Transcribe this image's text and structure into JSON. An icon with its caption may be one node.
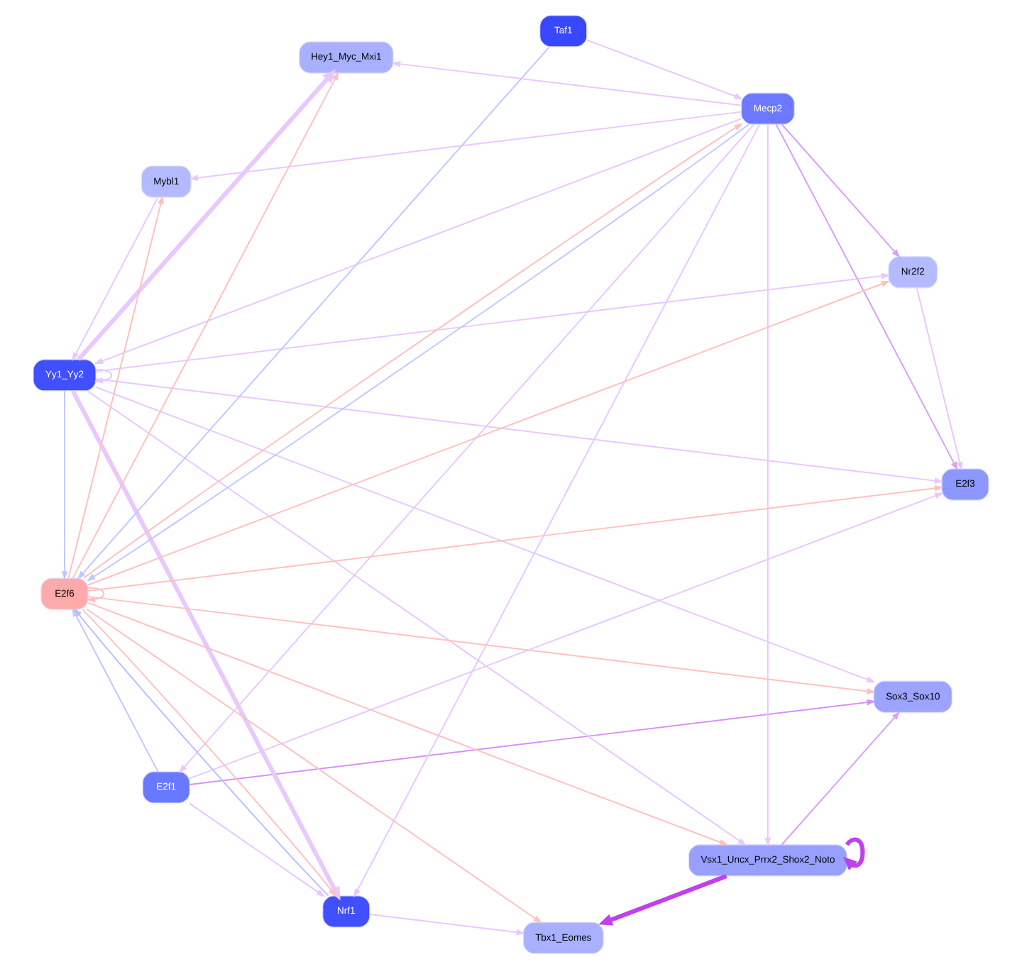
{
  "diagram": {
    "nodes": [
      {
        "text": [
          "E2f3"
        ]
      },
      {
        "text": [
          "Vsx1_Uncx_Prrx2_Shox2_Noto"
        ]
      },
      {
        "text": [
          "Hey1_Myc_Mxi1"
        ]
      },
      {
        "text": [
          "Mybl1"
        ]
      },
      {
        "text": [
          "Nrf1"
        ]
      },
      {
        "text": [
          "Nr2f2"
        ]
      },
      {
        "text": [
          "E2f6"
        ]
      },
      {
        "text": [
          "Tbx1_Eomes"
        ]
      },
      {
        "text": [
          "E2f1"
        ]
      },
      {
        "text": [
          "Sox3_Sox10"
        ]
      },
      {
        "text": [
          "Yy1_Yy2"
        ]
      },
      {
        "text": [
          "Taf1"
        ]
      },
      {
        "text": [
          "Mecp2"
        ]
      }
    ],
    "edges": [
      {
        "from": 1,
        "to": 1,
        "arrow": "to",
        "style": "thick",
        "color": "#c040f0"
      },
      {
        "from": 1,
        "to": 7,
        "arrow": "to",
        "style": "thick",
        "color": "#c040f0"
      },
      {
        "from": 1,
        "to": 9,
        "arrow": "to",
        "color": "#d8a0f8"
      },
      {
        "from": 6,
        "to": 0,
        "arrow": "to",
        "color": "#ffc0c0"
      },
      {
        "from": 6,
        "to": 1,
        "arrow": "to",
        "color": "#ffc0c0"
      },
      {
        "from": 6,
        "to": 2,
        "arrow": "to",
        "color": "#ffc0c0"
      },
      {
        "from": 6,
        "to": 3,
        "arrow": "to",
        "color": "#ffc0c0"
      },
      {
        "from": 6,
        "to": 5,
        "arrow": "to",
        "color": "#ffc0c0"
      },
      {
        "from": 6,
        "to": 4,
        "arrow": "to",
        "color": "#ffc0c0"
      },
      {
        "from": 6,
        "to": 6,
        "arrow": "to",
        "color": "#ffc0c0"
      },
      {
        "from": 6,
        "to": 7,
        "arrow": "to",
        "color": "#ffc0c0"
      },
      {
        "from": 6,
        "to": 9,
        "arrow": "to",
        "color": "#ffc0c0"
      },
      {
        "from": 6,
        "to": 12,
        "arrow": "to",
        "color": "#ffc0c0"
      },
      {
        "from": 4,
        "to": 6,
        "arrow": "to",
        "color": "#b8c0ff"
      },
      {
        "from": 8,
        "to": 6,
        "arrow": "to",
        "color": "#c0c8ff"
      },
      {
        "from": 10,
        "to": 6,
        "arrow": "to",
        "color": "#c0c8ff"
      },
      {
        "from": 11,
        "to": 6,
        "arrow": "to",
        "color": "#c0c8ff"
      },
      {
        "from": 12,
        "to": 6,
        "arrow": "to",
        "color": "#c0c8ff"
      },
      {
        "from": 8,
        "to": 9,
        "arrow": "to",
        "color": "#d890f8"
      },
      {
        "from": 4,
        "to": 7,
        "arrow": "to"
      },
      {
        "from": 8,
        "to": 4,
        "arrow": "to"
      },
      {
        "from": 8,
        "to": 0,
        "arrow": "to"
      },
      {
        "from": 5,
        "to": 0,
        "arrow": "to"
      },
      {
        "from": 10,
        "to": 4,
        "arrow": "to",
        "style": "thick"
      },
      {
        "from": 10,
        "to": 2,
        "arrow": "to",
        "style": "thick"
      },
      {
        "from": 10,
        "to": 0,
        "arrow": "to"
      },
      {
        "from": 10,
        "to": 1,
        "arrow": "to"
      },
      {
        "from": 10,
        "to": 5,
        "arrow": "to"
      },
      {
        "from": 10,
        "to": 9,
        "arrow": "to"
      },
      {
        "from": 10,
        "to": 10,
        "arrow": "to"
      },
      {
        "from": 3,
        "to": 10,
        "arrow": "to"
      },
      {
        "from": 11,
        "to": 12,
        "arrow": "to"
      },
      {
        "from": 12,
        "to": 10,
        "arrow": "to"
      },
      {
        "from": 12,
        "to": 8,
        "arrow": "to"
      },
      {
        "from": 12,
        "to": 5,
        "arrow": "to",
        "color": "#d8a0f8"
      },
      {
        "from": 12,
        "to": 3,
        "arrow": "to"
      },
      {
        "from": 12,
        "to": 1,
        "arrow": "to"
      },
      {
        "from": 12,
        "to": 0,
        "arrow": "to",
        "color": "#d8a0f8"
      },
      {
        "from": 12,
        "to": 2,
        "arrow": "to"
      },
      {
        "from": 12,
        "to": 4,
        "arrow": "to"
      }
    ]
  }
}
